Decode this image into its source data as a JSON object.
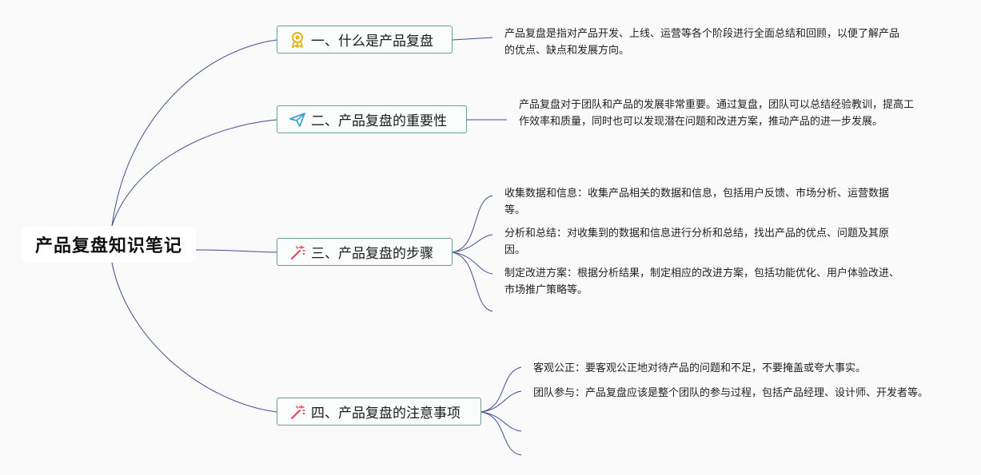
{
  "root": {
    "title": "产品复盘知识笔记"
  },
  "topics": [
    {
      "label": "一、什么是产品复盘",
      "icon": "award-ribbon-icon",
      "icon_color": "#e8b41c"
    },
    {
      "label": "二、产品复盘的重要性",
      "icon": "paper-plane-icon",
      "icon_color": "#3fa3cf"
    },
    {
      "label": "三、产品复盘的步骤",
      "icon": "magic-wand-icon",
      "icon_color": "#e0475f"
    },
    {
      "label": "四、产品复盘的注意事项",
      "icon": "magic-wand-icon",
      "icon_color": "#e0475f"
    }
  ],
  "notes": {
    "t1": "产品复盘是指对产品开发、上线、运营等各个阶段进行全面总结和回顾，以便了解产品的优点、缺点和发展方向。",
    "t2": "产品复盘对于团队和产品的发展非常重要。通过复盘，团队可以总结经验教训，提高工作效率和质量，同时也可以发现潜在问题和改进方案，推动产品的进一步发展。",
    "t3": [
      "收集数据和信息：收集产品相关的数据和信息，包括用户反馈、市场分析、运营数据等。",
      "分析和总结：对收集到的数据和信息进行分析和总结，找出产品的优点、问题及其原因。",
      "制定改进方案：根据分析结果，制定相应的改进方案，包括功能优化、用户体验改进、市场推广策略等。"
    ],
    "t4": [
      "客观公正：要客观公正地对待产品的问题和不足，不要掩盖或夸大事实。",
      "团队参与：产品复盘应该是整个团队的参与过程，包括产品经理、设计师、开发者等。"
    ]
  },
  "colors": {
    "line": "#3d4f8e",
    "topic_border": "#6f9c95"
  }
}
